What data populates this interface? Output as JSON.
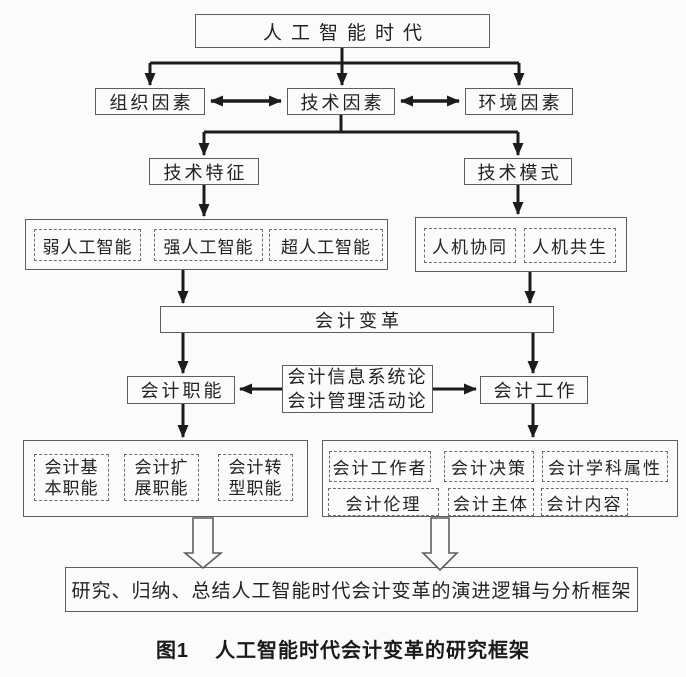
{
  "colors": {
    "background": "#fbfbfb",
    "line": "#1c1c1c",
    "box_border": "#5e5e5e",
    "text": "#222222"
  },
  "diagram": {
    "root": "人工智能时代",
    "factors": [
      "组织因素",
      "技术因素",
      "环境因素"
    ],
    "tech_feature": "技术特征",
    "tech_mode": "技术模式",
    "ai_levels": [
      "弱人工智能",
      "强人工智能",
      "超人工智能"
    ],
    "human_machine_modes": [
      "人机协同",
      "人机共生"
    ],
    "accounting_change": "会计变革",
    "accounting_function": "会计职能",
    "theory_lines": [
      "会计信息系统论",
      "会计管理活动论"
    ],
    "accounting_work": "会计工作",
    "function_types": [
      {
        "line1": "会计基",
        "line2": "本职能"
      },
      {
        "line1": "会计扩",
        "line2": "展职能"
      },
      {
        "line1": "会计转",
        "line2": "型职能"
      }
    ],
    "work_aspects_row1": [
      "会计工作者",
      "会计决策",
      "会计学科属性"
    ],
    "work_aspects_row2": [
      "会计伦理",
      "会计主体",
      "会计内容"
    ],
    "conclusion": "研究、归纳、总结人工智能时代会计变革的演进逻辑与分析框架",
    "caption": {
      "figure_no": "图1",
      "title": "人工智能时代会计变革的研究框架"
    }
  }
}
